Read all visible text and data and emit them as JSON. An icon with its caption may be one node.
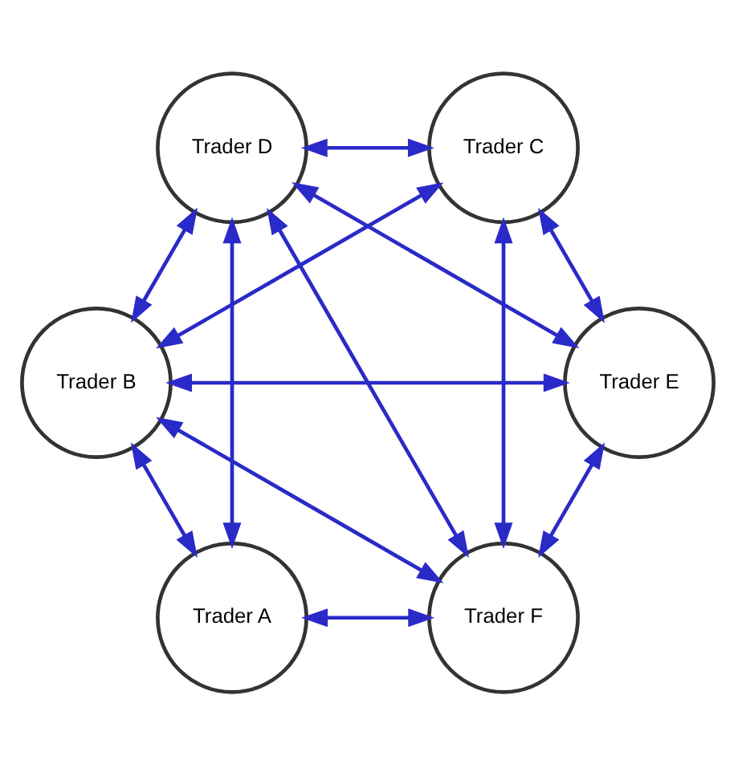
{
  "diagram": {
    "nodes": [
      {
        "text": [
          "Trader A"
        ]
      },
      {
        "text": [
          "Trader B"
        ]
      },
      {
        "text": [
          "Trader F"
        ]
      },
      {
        "text": [
          "Trader C"
        ]
      },
      {
        "text": [
          "Trader E"
        ]
      },
      {
        "text": [
          "Trader D"
        ]
      }
    ],
    "edges": [
      {
        "from": 0,
        "to": 1,
        "arrow": "both"
      },
      {
        "from": 0,
        "to": 2,
        "arrow": "both"
      },
      {
        "from": 0,
        "to": 5,
        "arrow": "both"
      },
      {
        "from": 1,
        "to": 2,
        "arrow": "both"
      },
      {
        "from": 1,
        "to": 4,
        "arrow": "both"
      },
      {
        "from": 1,
        "to": 5,
        "arrow": "both"
      },
      {
        "from": 1,
        "to": 3,
        "arrow": "both"
      },
      {
        "from": 2,
        "to": 3,
        "arrow": "both"
      },
      {
        "from": 2,
        "to": 4,
        "arrow": "both"
      },
      {
        "from": 2,
        "to": 5,
        "arrow": "both"
      },
      {
        "from": 3,
        "to": 4,
        "arrow": "both"
      },
      {
        "from": 3,
        "to": 5,
        "arrow": "both"
      },
      {
        "from": 5,
        "to": 4,
        "arrow": "both"
      }
    ]
  }
}
